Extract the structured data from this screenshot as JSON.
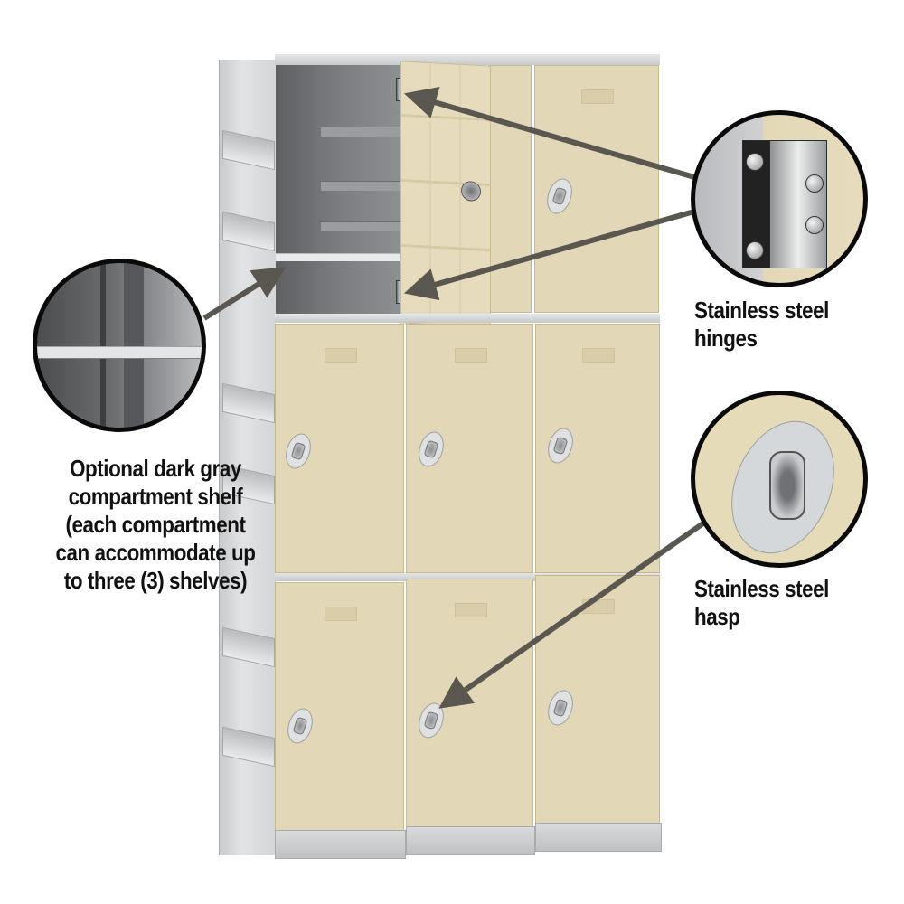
{
  "image": {
    "subject": "3-wide, 3-tier plastic lockers (tan doors, gray frame)",
    "colors": {
      "door": "#e2d7b6",
      "frame": "#d6d8da",
      "arrow": "#5a5750",
      "text": "#111111",
      "callout_border": "#0a0a0a"
    }
  },
  "callouts": {
    "shelf": {
      "icon": "shelf-detail-icon",
      "lines": [
        "Optional dark gray",
        "compartment shelf",
        "(each compartment",
        "can accommodate up",
        "to three (3) shelves)"
      ]
    },
    "hinges": {
      "icon": "hinge-detail-icon",
      "lines": [
        "Stainless steel",
        "hinges"
      ]
    },
    "hasp": {
      "icon": "hasp-detail-icon",
      "lines": [
        "Stainless steel",
        "hasp"
      ]
    }
  },
  "locker": {
    "columns": 3,
    "tiers": 3,
    "open_compartment": "top-left"
  }
}
